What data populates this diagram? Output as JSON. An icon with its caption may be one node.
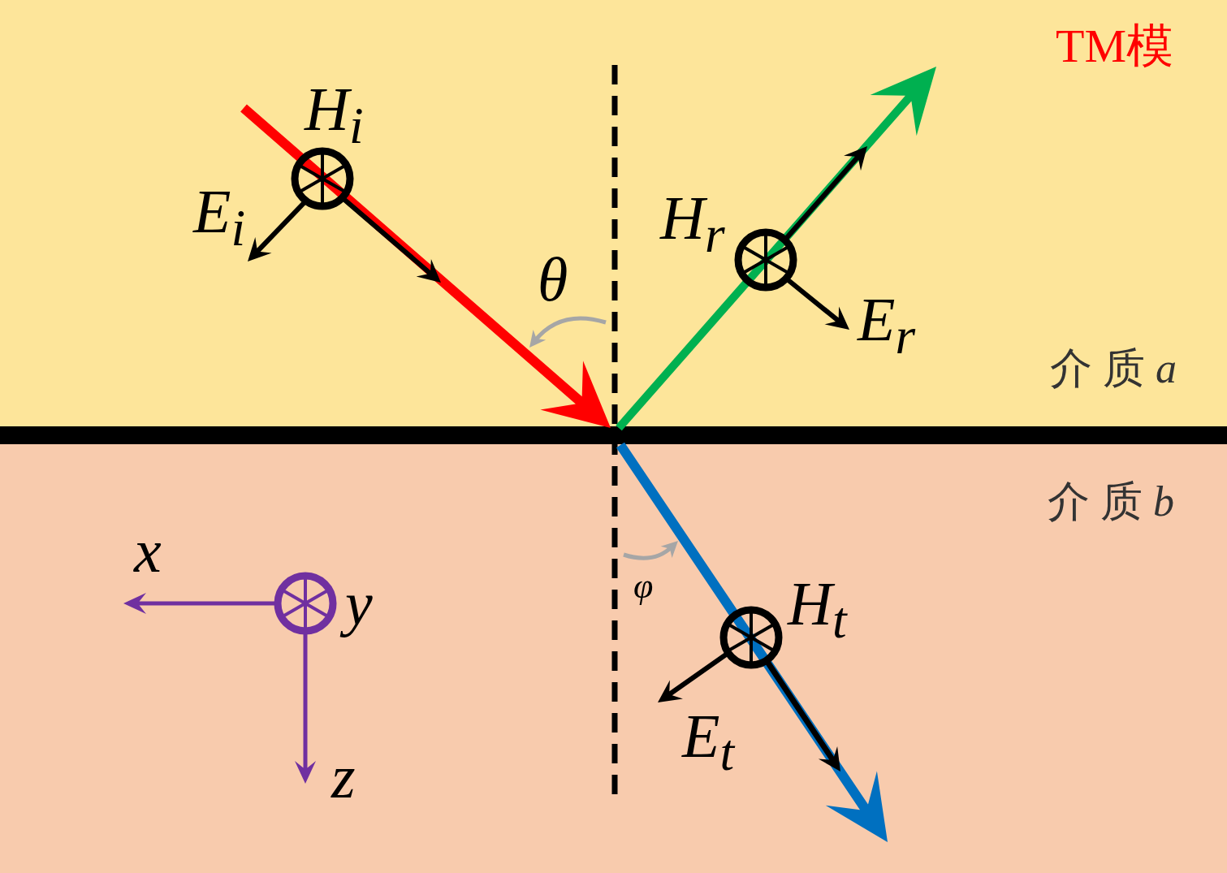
{
  "diagram": {
    "nodes": [
      {
        "text": [
          "介 质 *a*"
        ]
      },
      {
        "text": [
          "介 质 *b*"
        ]
      }
    ],
    "edges": [],
    "labels": [
      "TM模",
      "H$_{i}$",
      "E$_{i}$",
      "θ",
      "H$_{r}$",
      "E$_{r}$",
      "φ",
      "H$_{t}$",
      "E$_{t}$",
      "x",
      "y",
      "z"
    ]
  }
}
